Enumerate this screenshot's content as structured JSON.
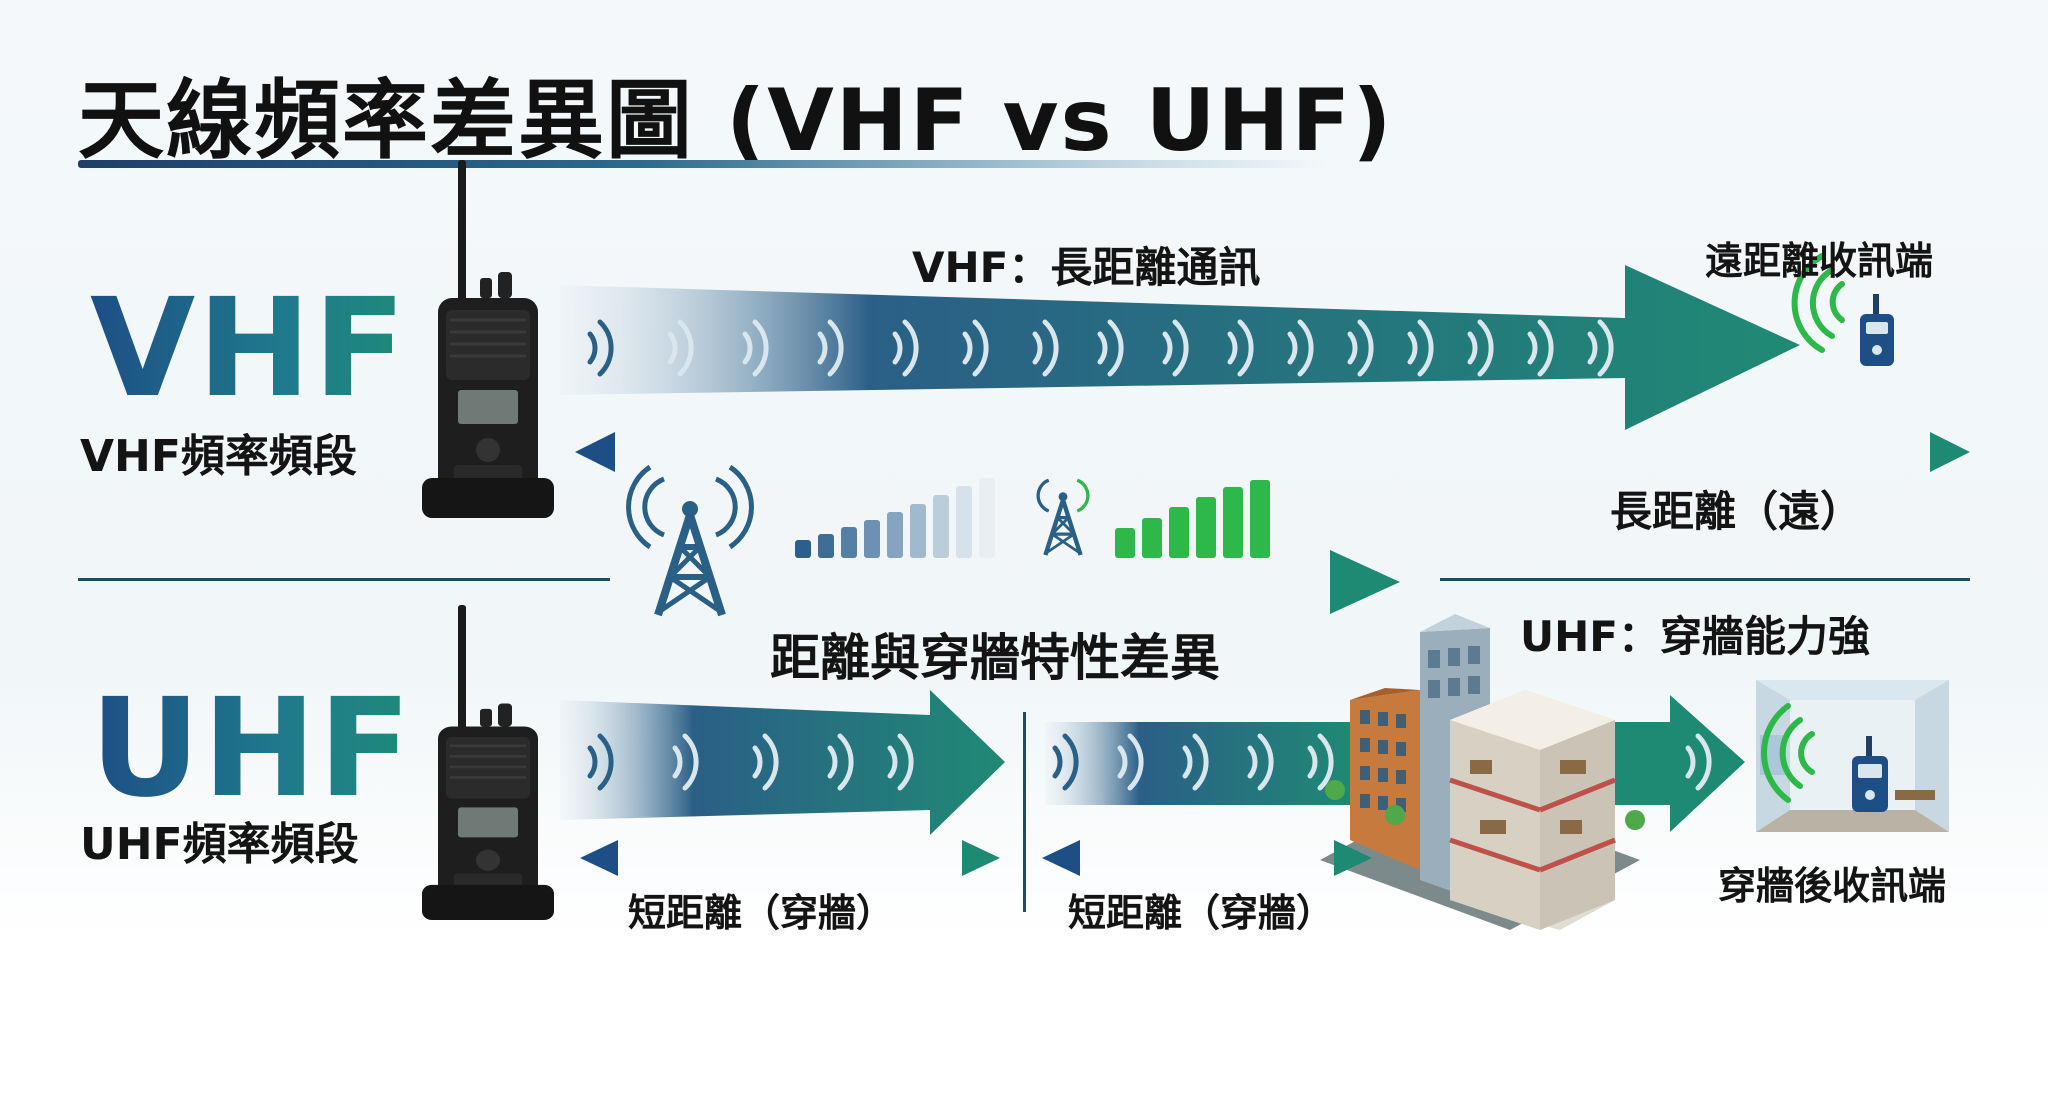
{
  "title": "天線頻率差異圖 (VHF vs UHF)",
  "colors": {
    "navy": "#1d4f86",
    "teal": "#1f8a7a",
    "green": "#2fb84a",
    "dark": "#141414"
  },
  "vhf": {
    "band_name": "VHF",
    "band_label": "VHF頻率頻段",
    "beam_label": "VHF：長距離通訊",
    "receiver_label": "遠距離收訊端",
    "range_label": "長距離（遠）"
  },
  "center": {
    "caption": "距離與穿牆特性差異",
    "weak_signal_bars": 8,
    "strong_signal_bars": 6
  },
  "uhf": {
    "band_name": "UHF",
    "band_label": "UHF頻率頻段",
    "penetration_label": "UHF：穿牆能力強",
    "range_label_left": "短距離（穿牆）",
    "range_label_right": "短距離（穿牆）",
    "receiver_label": "穿牆後收訊端"
  },
  "icons": [
    "walkie-talkie-icon",
    "radio-wave-icon",
    "cell-tower-icon",
    "signal-bars-icon",
    "building-cutaway-icon",
    "room-receiver-icon"
  ]
}
